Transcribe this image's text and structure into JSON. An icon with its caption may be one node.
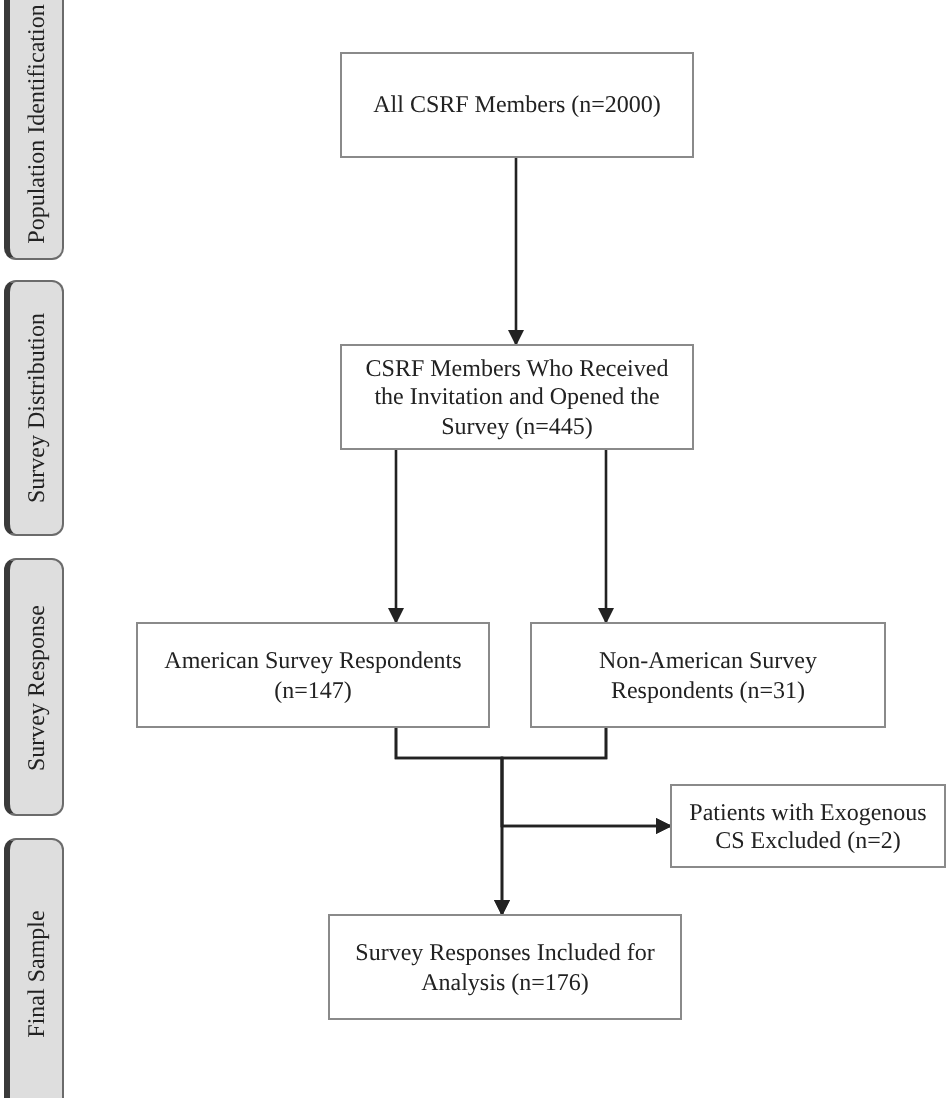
{
  "diagram": {
    "nodes": [
      {
        "text": [
          "Population Identification"
        ]
      },
      {
        "text": [
          "Survey Distribution"
        ]
      },
      {
        "text": [
          "Survey Response"
        ]
      },
      {
        "text": [
          "Final Sample"
        ]
      },
      {
        "text": [
          "All CSRF Members (n=2000)"
        ]
      },
      {
        "text": [
          "CSRF Members Who Received the Invitation and Opened the Survey (n=445)"
        ]
      },
      {
        "text": [
          "American Survey Respondents (n=147)"
        ]
      },
      {
        "text": [
          "Non-American Survey Respondents (n=31)"
        ]
      },
      {
        "text": [
          "Patients with Exogenous CS Excluded (n=2)"
        ]
      },
      {
        "text": [
          "Survey Responses Included for Analysis (n=176)"
        ]
      }
    ],
    "edges": [
      {
        "from": 4,
        "to": 5,
        "arrow": "to"
      },
      {
        "from": 5,
        "to": 6,
        "arrow": "to"
      },
      {
        "from": 5,
        "to": 7,
        "arrow": "to"
      },
      {
        "from": 6,
        "to": 9,
        "arrow": "to"
      },
      {
        "from": 7,
        "to": 9,
        "arrow": "to"
      },
      {
        "from": 6,
        "to": 8,
        "arrow": "to"
      },
      {
        "from": 7,
        "to": 8,
        "arrow": "to"
      }
    ]
  }
}
